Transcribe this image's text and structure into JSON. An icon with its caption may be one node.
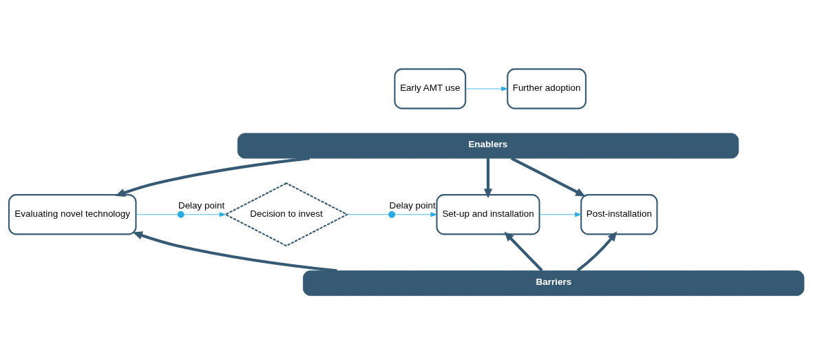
{
  "diagram": {
    "nodes": [
      {
        "text": [
          "Early AMT use"
        ]
      },
      {
        "text": [
          "Further adoption"
        ]
      },
      {
        "text": [
          "Enablers"
        ]
      },
      {
        "text": [
          "Evaluating novel technology"
        ]
      },
      {
        "text": [],
        "shape": "circle",
        "beside": [
          "Delay point"
        ]
      },
      {
        "text": [
          "Decision to invest"
        ]
      },
      {
        "text": [],
        "shape": "circle",
        "beside": [
          "Delay point"
        ]
      },
      {
        "text": [
          "Set-up and installation"
        ]
      },
      {
        "text": [
          "Post-installation"
        ]
      },
      {
        "text": [
          "Barriers"
        ]
      }
    ],
    "edges": [
      {
        "from": 0,
        "to": 1,
        "arrow": "to"
      },
      {
        "from": 2,
        "to": 3,
        "arrow": "to",
        "style": "thick",
        "color": "#365a73"
      },
      {
        "from": 2,
        "to": 7,
        "arrow": "to",
        "style": "thick",
        "color": "#365a73"
      },
      {
        "from": 2,
        "to": 8,
        "arrow": "to",
        "style": "thick",
        "color": "#365a73"
      },
      {
        "from": 3,
        "to": 4,
        "arrow": "none"
      },
      {
        "from": 4,
        "to": 5,
        "arrow": "to"
      },
      {
        "from": 5,
        "to": 6,
        "arrow": "none"
      },
      {
        "from": 6,
        "to": 7,
        "arrow": "to"
      },
      {
        "from": 7,
        "to": 8,
        "arrow": "to"
      },
      {
        "from": 9,
        "to": 3,
        "arrow": "to",
        "style": "thick",
        "color": "#365a73"
      },
      {
        "from": 9,
        "to": 7,
        "arrow": "to",
        "style": "thick",
        "color": "#365a73"
      },
      {
        "from": 9,
        "to": 8,
        "arrow": "to",
        "style": "thick",
        "color": "#365a73"
      }
    ]
  }
}
